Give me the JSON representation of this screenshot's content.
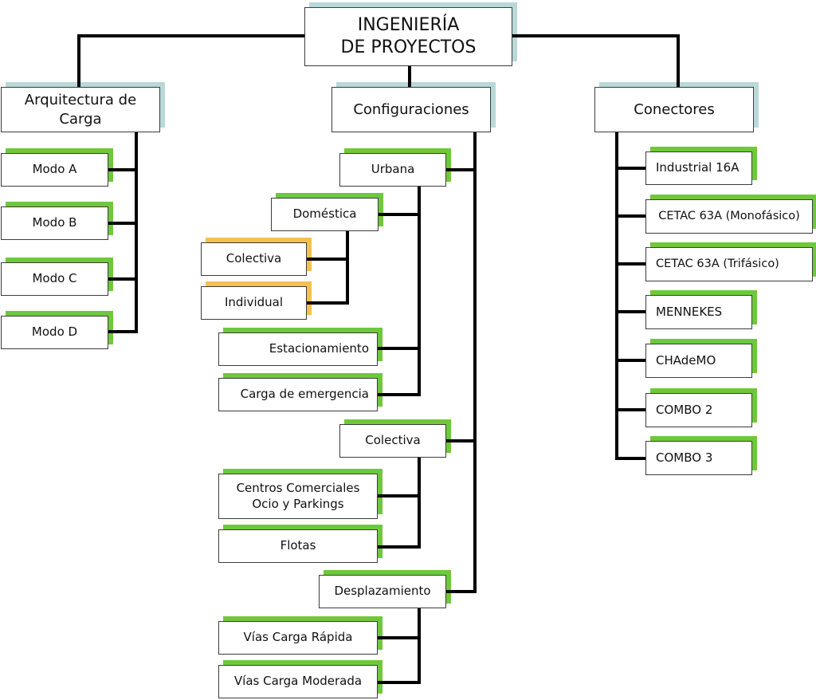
{
  "colors": {
    "line": "#000000",
    "border": "#3c3c3c",
    "shadow_teal": "#b8d9d8",
    "shadow_green": "#6fc83b",
    "shadow_yellow": "#f2c24f"
  },
  "root": {
    "line1": "INGENIERÍA",
    "line2": "DE PROYECTOS"
  },
  "arquitectura": {
    "title_line1": "Arquitectura de",
    "title_line2": "Carga",
    "modos": [
      "Modo A",
      "Modo B",
      "Modo C",
      "Modo D"
    ]
  },
  "configuraciones": {
    "title": "Configuraciones",
    "urbana": {
      "label": "Urbana",
      "domestica": {
        "label": "Doméstica",
        "children": [
          "Colectiva",
          "Individual"
        ]
      },
      "estacionamiento": "Estacionamiento",
      "carga_emergencia": "Carga de emergencia"
    },
    "colectiva": {
      "label": "Colectiva",
      "centros_line1": "Centros Comerciales",
      "centros_line2": "Ocio y Parkings",
      "flotas": "Flotas"
    },
    "desplazamiento": {
      "label": "Desplazamiento",
      "children": [
        "Vías Carga Rápida",
        "Vías Carga Moderada"
      ]
    }
  },
  "conectores": {
    "title": "Conectores",
    "items": [
      "Industrial 16A",
      "CETAC 63A (Monofásico)",
      "CETAC 63A (Trifásico)",
      "MENNEKES",
      "CHAdeMO",
      "COMBO 2",
      "COMBO 3"
    ]
  }
}
